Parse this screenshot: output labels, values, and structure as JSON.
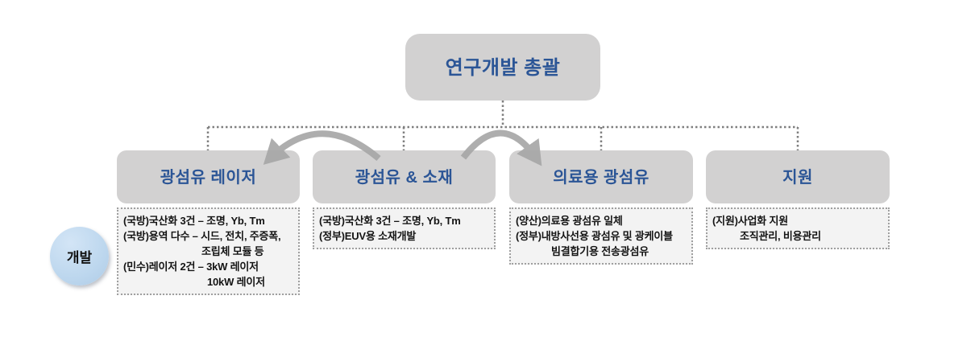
{
  "diagram": {
    "root": {
      "title": "연구개발 총괄"
    },
    "badge": {
      "label": "개발"
    },
    "columns": [
      {
        "title": "광섬유 레이저",
        "details": [
          {
            "text": "(국방)국산화 3건 – 조명, Yb, Tm",
            "indent": 0
          },
          {
            "text": "(국방)용역 다수 – 시드, 전치, 주증폭,",
            "indent": 0
          },
          {
            "text": "조립체 모듈 등",
            "indent": 97
          },
          {
            "text": "(민수)레이저 2건 – 3kW 레이저",
            "indent": 0
          },
          {
            "text": "10kW 레이저",
            "indent": 104
          }
        ]
      },
      {
        "title": "광섬유 & 소재",
        "details": [
          {
            "text": "(국방)국산화 3건 – 조명, Yb, Tm",
            "indent": 0
          },
          {
            "text": "(정부)EUV용 소재개발",
            "indent": 0
          }
        ]
      },
      {
        "title": "의료용 광섬유",
        "details": [
          {
            "text": "(양산)의료용 광섬유 일체",
            "indent": 0
          },
          {
            "text": "(정부)내방사선용 광섬유 및 광케이블",
            "indent": 0
          },
          {
            "text": "빔결합기용 전송광섬유",
            "indent": 44
          }
        ]
      },
      {
        "title": "지원",
        "details": [
          {
            "text": "(지원)사업화 지원",
            "indent": 0
          },
          {
            "text": "조직관리, 비용관리",
            "indent": 34
          }
        ]
      }
    ],
    "colors": {
      "node_fill": "#D2D1D1",
      "title_blue": "#2B5596",
      "badge_fill": "#BDD7EE",
      "connector_gray": "#7F7F7F",
      "arrow_gray": "#A6A6A6",
      "detail_fill": "#F3F3F3",
      "detail_border": "#9F9F9F"
    }
  }
}
